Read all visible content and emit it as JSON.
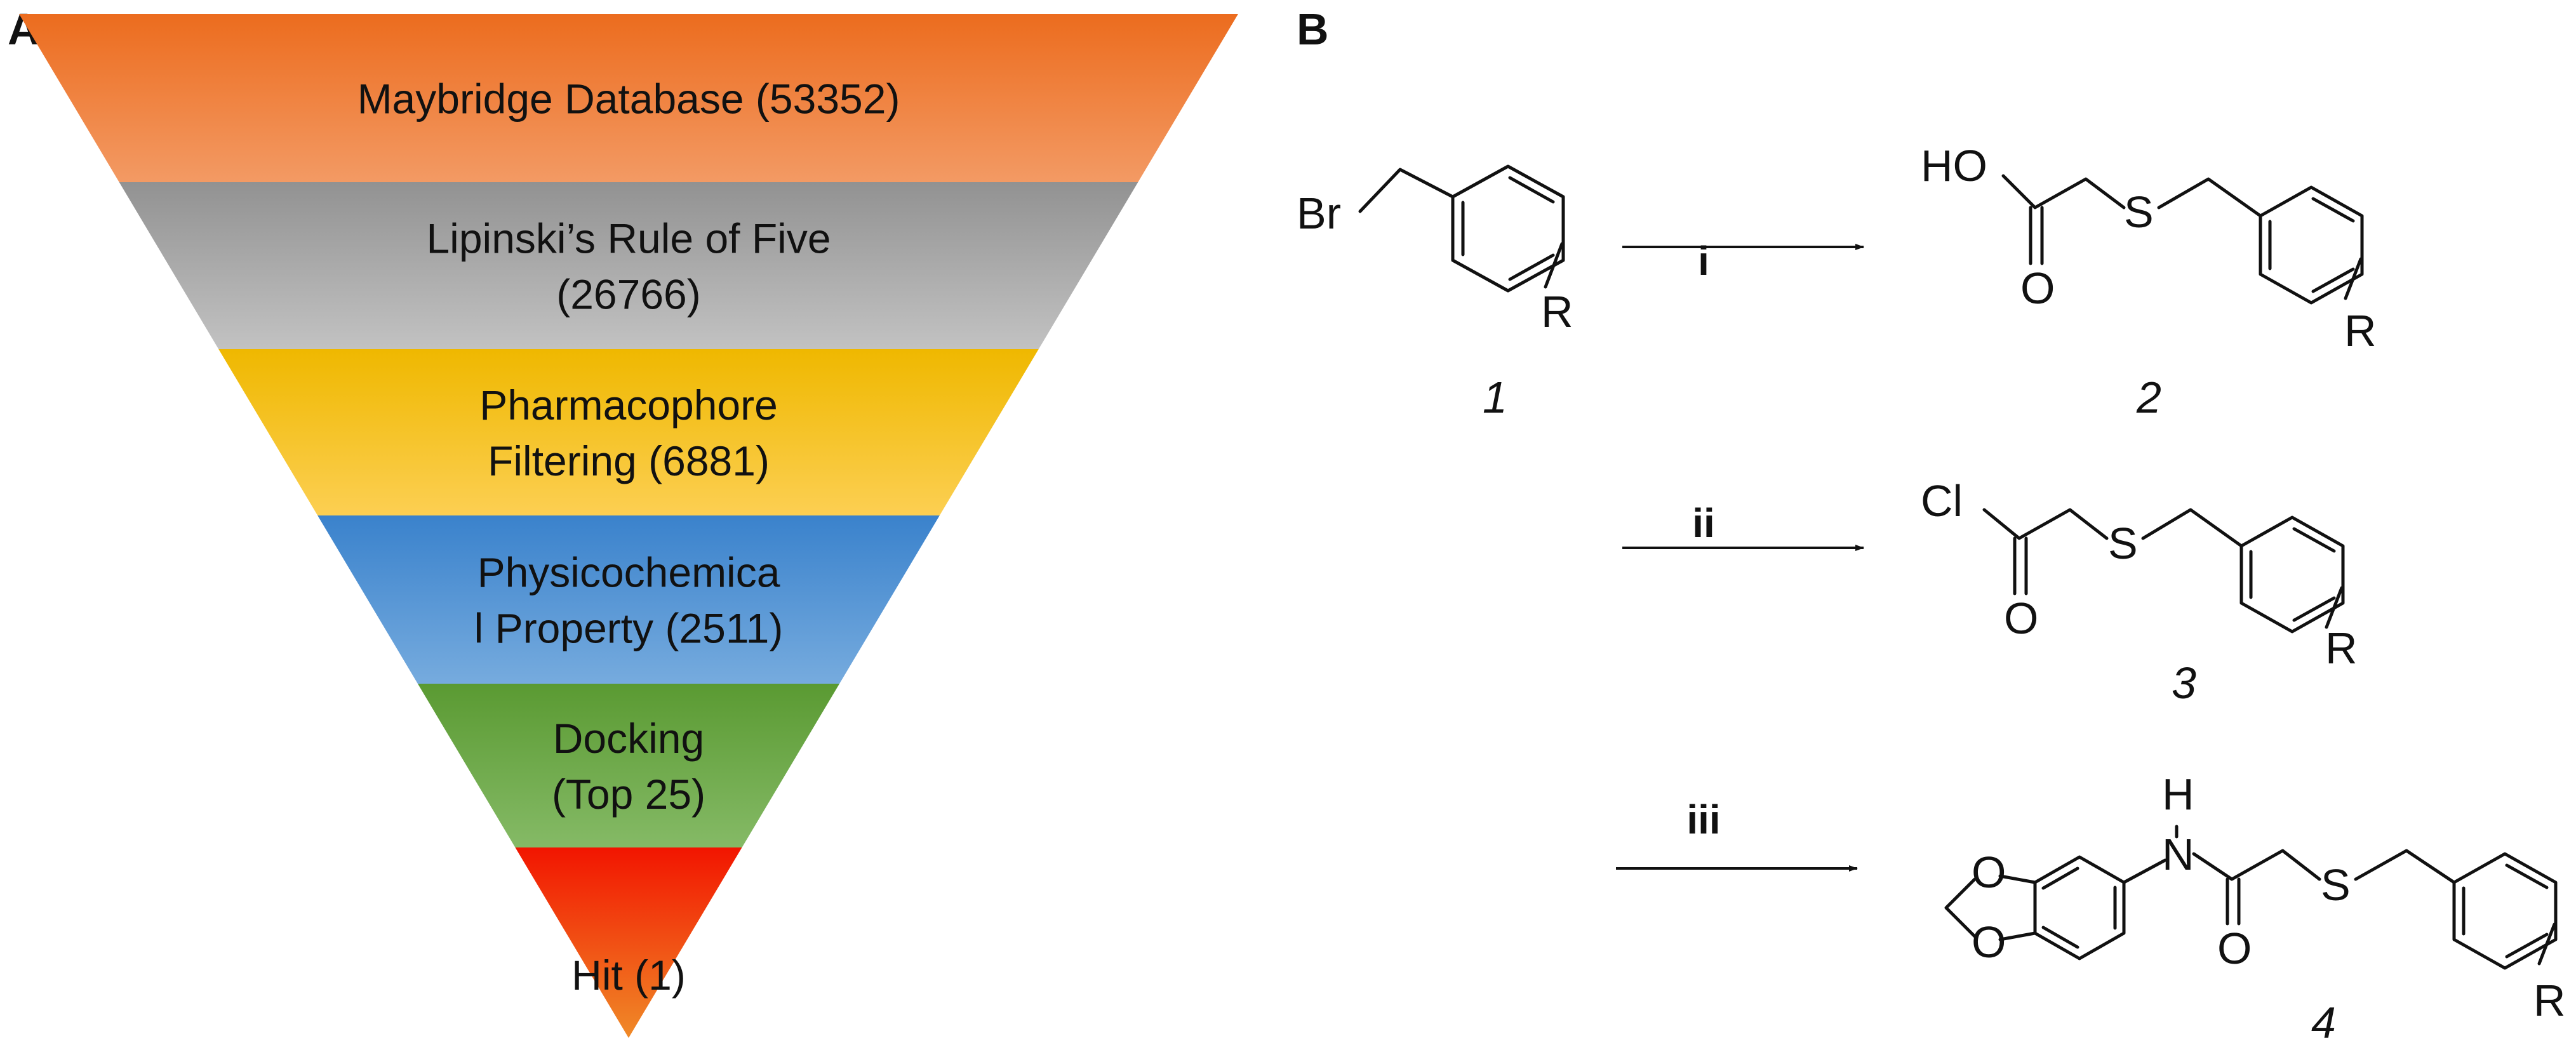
{
  "panel_a": {
    "letter": "A",
    "tiers": [
      {
        "lines": [
          "Maybridge Database (53352)"
        ],
        "color": "#f07b2e"
      },
      {
        "lines": [
          "Lipinski’s Rule of Five",
          "(26766)"
        ],
        "color": "#a8a8a8"
      },
      {
        "lines": [
          "Pharmacophore",
          "Filtering (6881)"
        ],
        "color": "#f8c21c"
      },
      {
        "lines": [
          "Physicochemica",
          "l Property (2511)"
        ],
        "color": "#4f8fd0"
      },
      {
        "lines": [
          "Docking",
          "(Top 25)"
        ],
        "color": "#6aa746"
      },
      {
        "lines": [
          "Hit (1)"
        ],
        "color": "#f23a17"
      }
    ]
  },
  "panel_b": {
    "letter": "B",
    "compounds": [
      "1",
      "2",
      "3",
      "4"
    ],
    "steps": [
      "i",
      "ii",
      "iii"
    ],
    "atoms": {
      "br": "Br",
      "r": "R",
      "ho": "HO",
      "o": "O",
      "s": "S",
      "cl": "Cl",
      "h": "H",
      "n": "N"
    }
  }
}
